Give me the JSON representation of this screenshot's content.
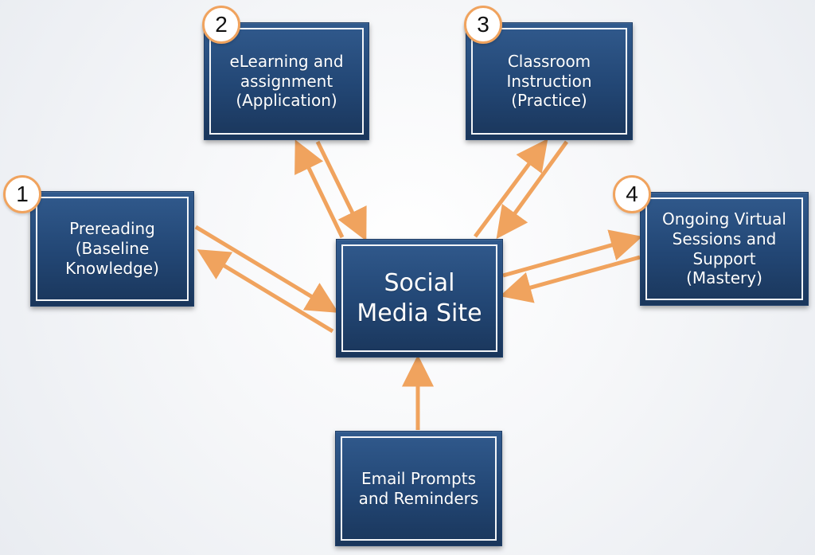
{
  "colors": {
    "accent_orange": "#f0a35e",
    "box_blue_dark": "#1a365b",
    "box_blue_light": "#315a8d",
    "text_white": "#ffffff"
  },
  "nodes": {
    "prereading": {
      "badge": "1",
      "label": "Prereading\n(Baseline\nKnowledge)"
    },
    "elearning": {
      "badge": "2",
      "label": "eLearning and\nassignment\n(Application)"
    },
    "classroom": {
      "badge": "3",
      "label": "Classroom\nInstruction\n(Practice)"
    },
    "ongoing": {
      "badge": "4",
      "label": "Ongoing Virtual\nSessions and\nSupport\n(Mastery)"
    },
    "center": {
      "label": "Social\nMedia Site"
    },
    "email": {
      "label": "Email Prompts\nand Reminders"
    }
  }
}
